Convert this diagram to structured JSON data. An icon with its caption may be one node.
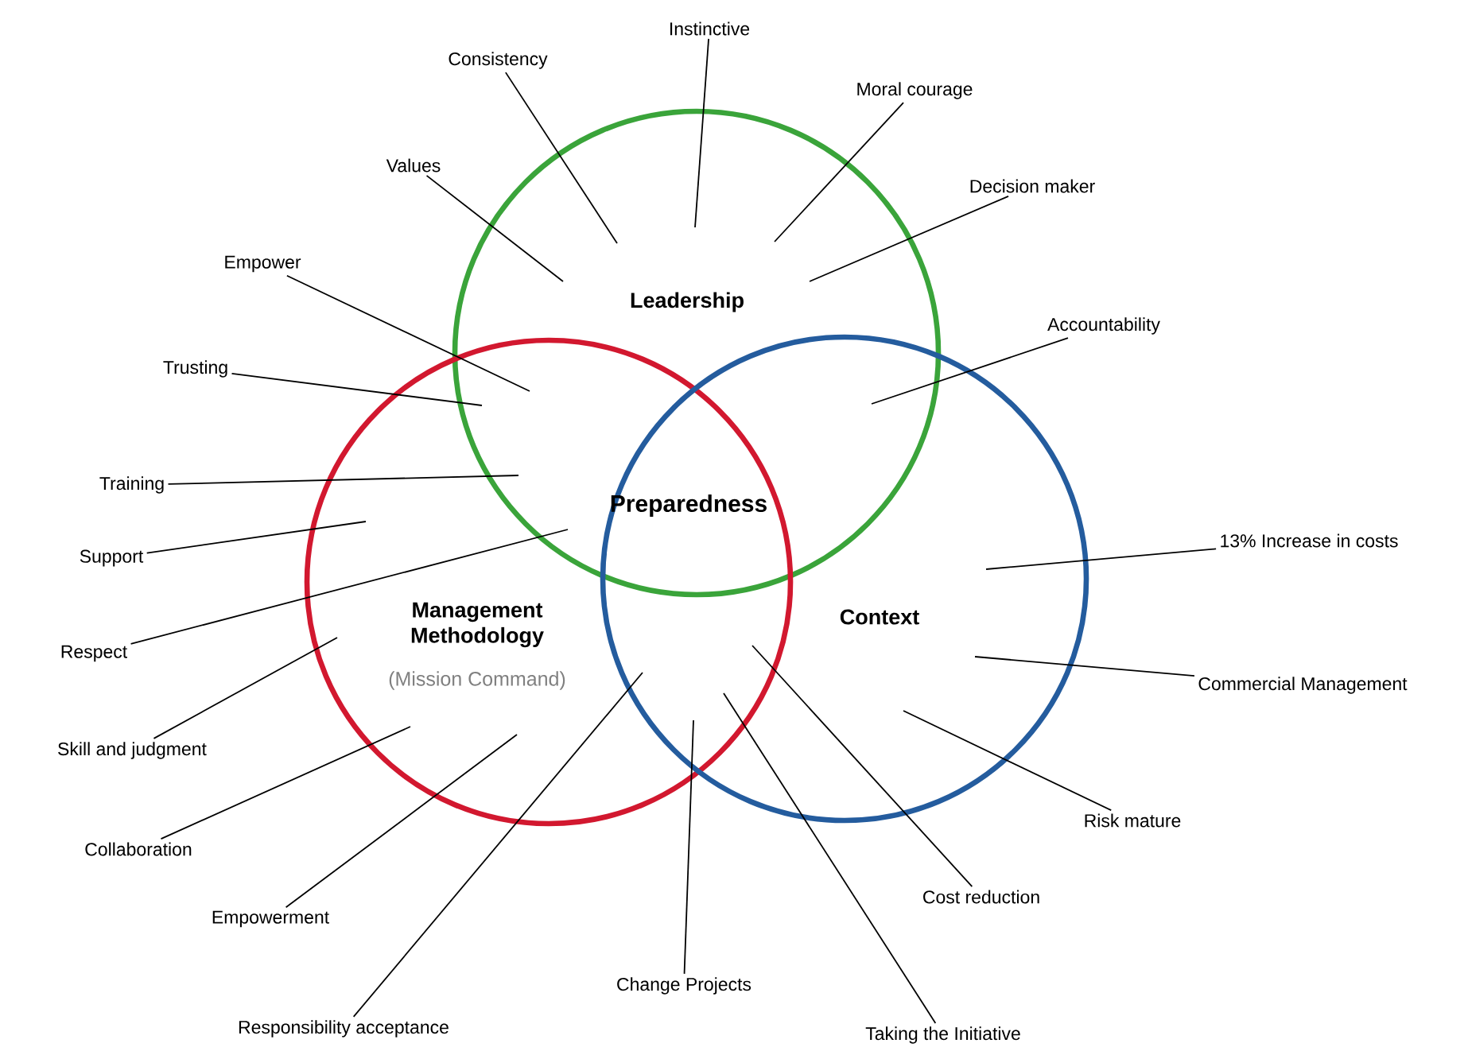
{
  "diagram": {
    "nodes": [
      {
        "text": [
          "Leadership"
        ]
      },
      {
        "text": [
          "Management Methodology",
          "(Mission Command)"
        ]
      },
      {
        "text": [
          "Context"
        ]
      },
      {
        "text": [
          "Instinctive"
        ]
      },
      {
        "text": [
          "Consistency"
        ]
      },
      {
        "text": [
          "Moral courage"
        ]
      },
      {
        "text": [
          "Values"
        ]
      },
      {
        "text": [
          "Decision maker"
        ]
      },
      {
        "text": [
          "Empower"
        ]
      },
      {
        "text": [
          "Accountability"
        ]
      },
      {
        "text": [
          "Trusting"
        ]
      },
      {
        "text": [
          "Training"
        ]
      },
      {
        "text": [
          "Support"
        ]
      },
      {
        "text": [
          "13% Increase in costs"
        ]
      },
      {
        "text": [
          "Respect"
        ]
      },
      {
        "text": [
          "Skill and judgment"
        ]
      },
      {
        "text": [
          "Commercial Management"
        ]
      },
      {
        "text": [
          "Collaboration"
        ]
      },
      {
        "text": [
          "Risk mature"
        ]
      },
      {
        "text": [
          "Empowerment"
        ]
      },
      {
        "text": [
          "Cost reduction"
        ]
      },
      {
        "text": [
          "Responsibility acceptance"
        ]
      },
      {
        "text": [
          "Change Projects"
        ]
      },
      {
        "text": [
          "Taking the Initiative"
        ]
      }
    ],
    "edges": [
      {
        "from": 3,
        "to": 0,
        "arrow": "none"
      },
      {
        "from": 4,
        "to": 0,
        "arrow": "none"
      },
      {
        "from": 5,
        "to": 0,
        "arrow": "none"
      },
      {
        "from": 6,
        "to": 0,
        "arrow": "none"
      },
      {
        "from": 7,
        "to": 0,
        "arrow": "none"
      },
      {
        "from": 8,
        "to": 1,
        "arrow": "none"
      },
      {
        "from": 9,
        "to": 2,
        "arrow": "none"
      },
      {
        "from": 10,
        "to": 1,
        "arrow": "none"
      },
      {
        "from": 11,
        "to": 1,
        "arrow": "none"
      },
      {
        "from": 12,
        "to": 1,
        "arrow": "none"
      },
      {
        "from": 13,
        "to": 2,
        "arrow": "none"
      },
      {
        "from": 14,
        "to": 1,
        "arrow": "none"
      },
      {
        "from": 15,
        "to": 1,
        "arrow": "none"
      },
      {
        "from": 16,
        "to": 2,
        "arrow": "none"
      },
      {
        "from": 17,
        "to": 1,
        "arrow": "none"
      },
      {
        "from": 18,
        "to": 2,
        "arrow": "none"
      },
      {
        "from": 19,
        "to": 1,
        "arrow": "none"
      },
      {
        "from": 20,
        "to": 2,
        "arrow": "none"
      },
      {
        "from": 21,
        "to": 1,
        "arrow": "none"
      },
      {
        "from": 22,
        "to": 2,
        "arrow": "none"
      },
      {
        "from": 23,
        "to": 2,
        "arrow": "none"
      }
    ],
    "labels": [
      "Preparedness"
    ]
  }
}
